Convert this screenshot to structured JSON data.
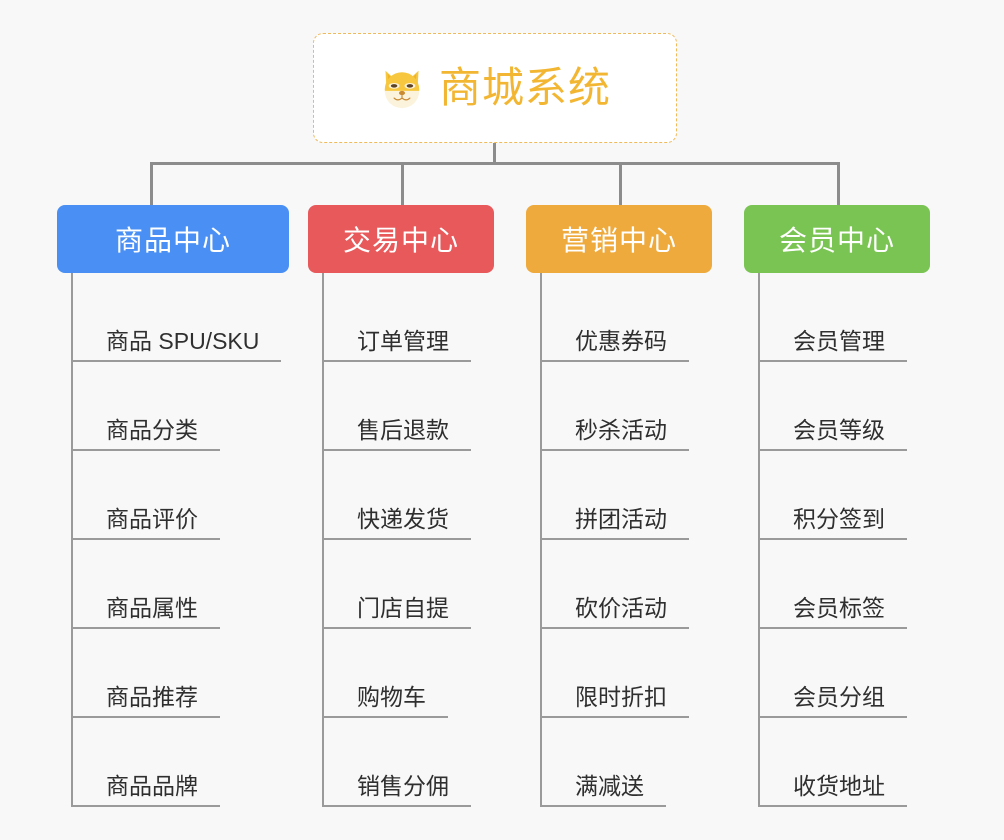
{
  "diagram": {
    "type": "mind-map",
    "background_color": "#f8f8f8",
    "root": {
      "title": "商城系统",
      "icon": "shiba-dog-face-icon",
      "text_color": "#f2b632",
      "border_color": "#f0b95a",
      "background_color": "#ffffff"
    },
    "connector_color": "#8c8c8c",
    "branches": [
      {
        "id": "product-center",
        "label": "商品中心",
        "color": "#4a90f4",
        "items": [
          "商品 SPU/SKU",
          "商品分类",
          "商品评价",
          "商品属性",
          "商品推荐",
          "商品品牌"
        ]
      },
      {
        "id": "trade-center",
        "label": "交易中心",
        "color": "#e8595b",
        "items": [
          "订单管理",
          "售后退款",
          "快递发货",
          "门店自提",
          "购物车",
          "销售分佣"
        ]
      },
      {
        "id": "marketing-center",
        "label": "营销中心",
        "color": "#eeaa3c",
        "items": [
          "优惠券码",
          "秒杀活动",
          "拼团活动",
          "砍价活动",
          "限时折扣",
          "满减送"
        ]
      },
      {
        "id": "member-center",
        "label": "会员中心",
        "color": "#79c council",
        "items": [
          "会员管理",
          "会员等级",
          "积分签到",
          "会员标签",
          "会员分组",
          "收货地址"
        ]
      }
    ]
  }
}
